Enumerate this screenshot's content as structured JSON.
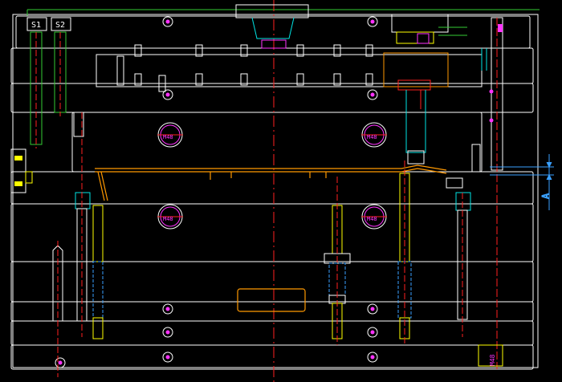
{
  "drawing": {
    "labels": {
      "s1": "S1",
      "s2": "S2",
      "m48": "M48",
      "dim_a": "A",
      "m48_vertical": "M48"
    },
    "colors": {
      "background": "#000000",
      "outline": "#ffffff",
      "centerline": "#ff2020",
      "guide": "#ffff00",
      "ejector": "#ff9900",
      "cooling": "#00e5e5",
      "thread": "#ff33ff",
      "bolt_green": "#33cc33",
      "dimension": "#3aa0ff"
    }
  }
}
